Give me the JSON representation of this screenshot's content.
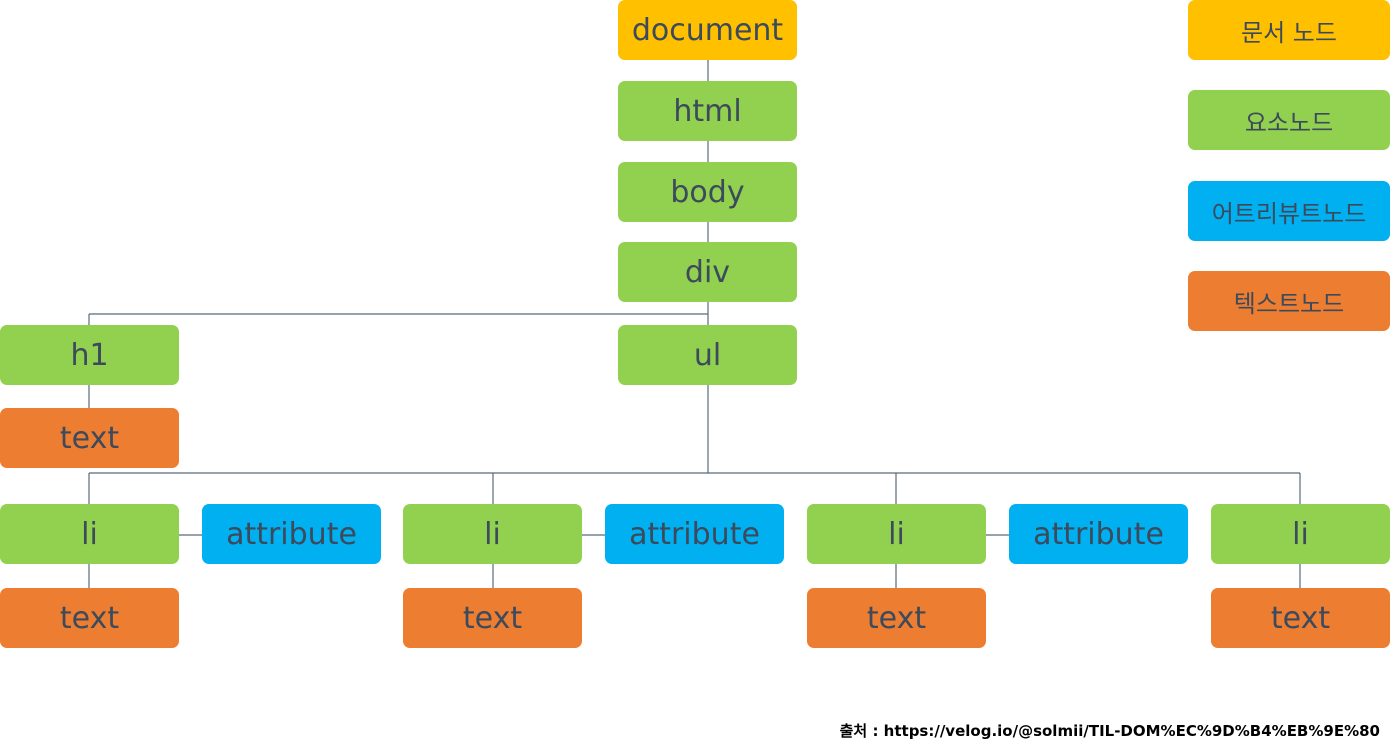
{
  "colors": {
    "document_node": "#ffc000",
    "element_node": "#92d050",
    "attribute_node": "#00b0f0",
    "text_node": "#ed7d31",
    "node_text": "#3c4a5c",
    "connector": "#5a6a7a"
  },
  "tree": {
    "document": "document",
    "html": "html",
    "body": "body",
    "div": "div",
    "h1": "h1",
    "h1_text": "text",
    "ul": "ul",
    "items": [
      {
        "li": "li",
        "attribute": "attribute",
        "text": "text"
      },
      {
        "li": "li",
        "attribute": "attribute",
        "text": "text"
      },
      {
        "li": "li",
        "attribute": "attribute",
        "text": "text"
      },
      {
        "li": "li",
        "text": "text"
      }
    ]
  },
  "legend": {
    "document_node": "문서 노드",
    "element_node": "요소노드",
    "attribute_node": "어트리뷰트노드",
    "text_node": "텍스트노드"
  },
  "source": "출처 : https://velog.io/@solmii/TIL-DOM%EC%9D%B4%EB%9E%80"
}
